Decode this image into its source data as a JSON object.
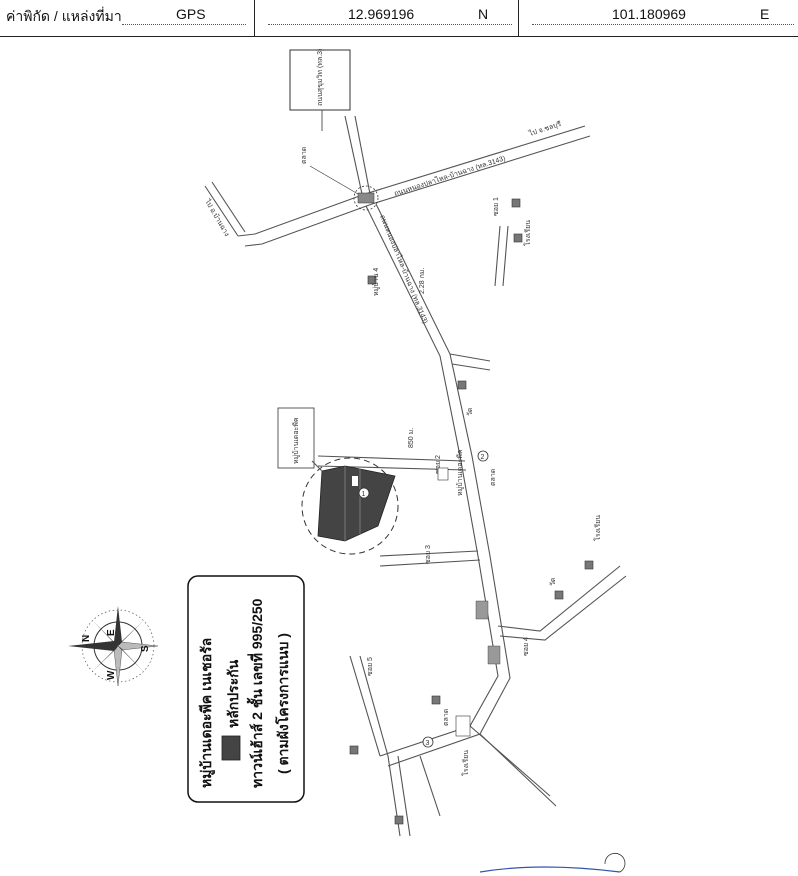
{
  "header": {
    "coordinate_label": "ค่าพิกัด / แหล่งที่มา",
    "source": "GPS",
    "latitude": "12.969196",
    "lat_dir": "N",
    "longitude": "101.180969",
    "lon_dir": "E"
  },
  "compass": {
    "north": "N",
    "east": "E",
    "south": "S",
    "west": "W"
  },
  "legend": {
    "title": "หมู่บ้านเดอะพีค เนเชอรัล",
    "collateral": "หลักประกัน",
    "description": "ทาวน์เฮ้าส์ 2 ชั้น เลขที่ 995/250",
    "note": "( ตามผังโครงการแนบ )"
  },
  "map": {
    "distance_1": "2.28 กม.",
    "distance_2": "850 ม.",
    "subject_marker": "1",
    "landmark_2": "2",
    "landmark_3": "3",
    "label_top_box": "ถนนสุขุมวิท (ทล.3)",
    "label_road_main": "ถนนหนองปลาไหล-บ้านฉาง (ทล.3143)",
    "label_school": "โรงเรียน",
    "label_temple": "วัด",
    "label_market": "ตลาด",
    "label_project": "หมู่บ้านเดอะพีค",
    "label_village_4": "หมู่บ้าน 4",
    "label_soi_1": "ซอย 1",
    "label_soi_2": "ซอย 2",
    "label_soi_3": "ซอย 3",
    "label_soi_4": "ซอย 4",
    "label_soi_5": "ซอย 5",
    "label_to_rayong": "ไป อ.บ้านฉาง",
    "label_to_chonburi": "ไป จ.ชลบุรี"
  }
}
